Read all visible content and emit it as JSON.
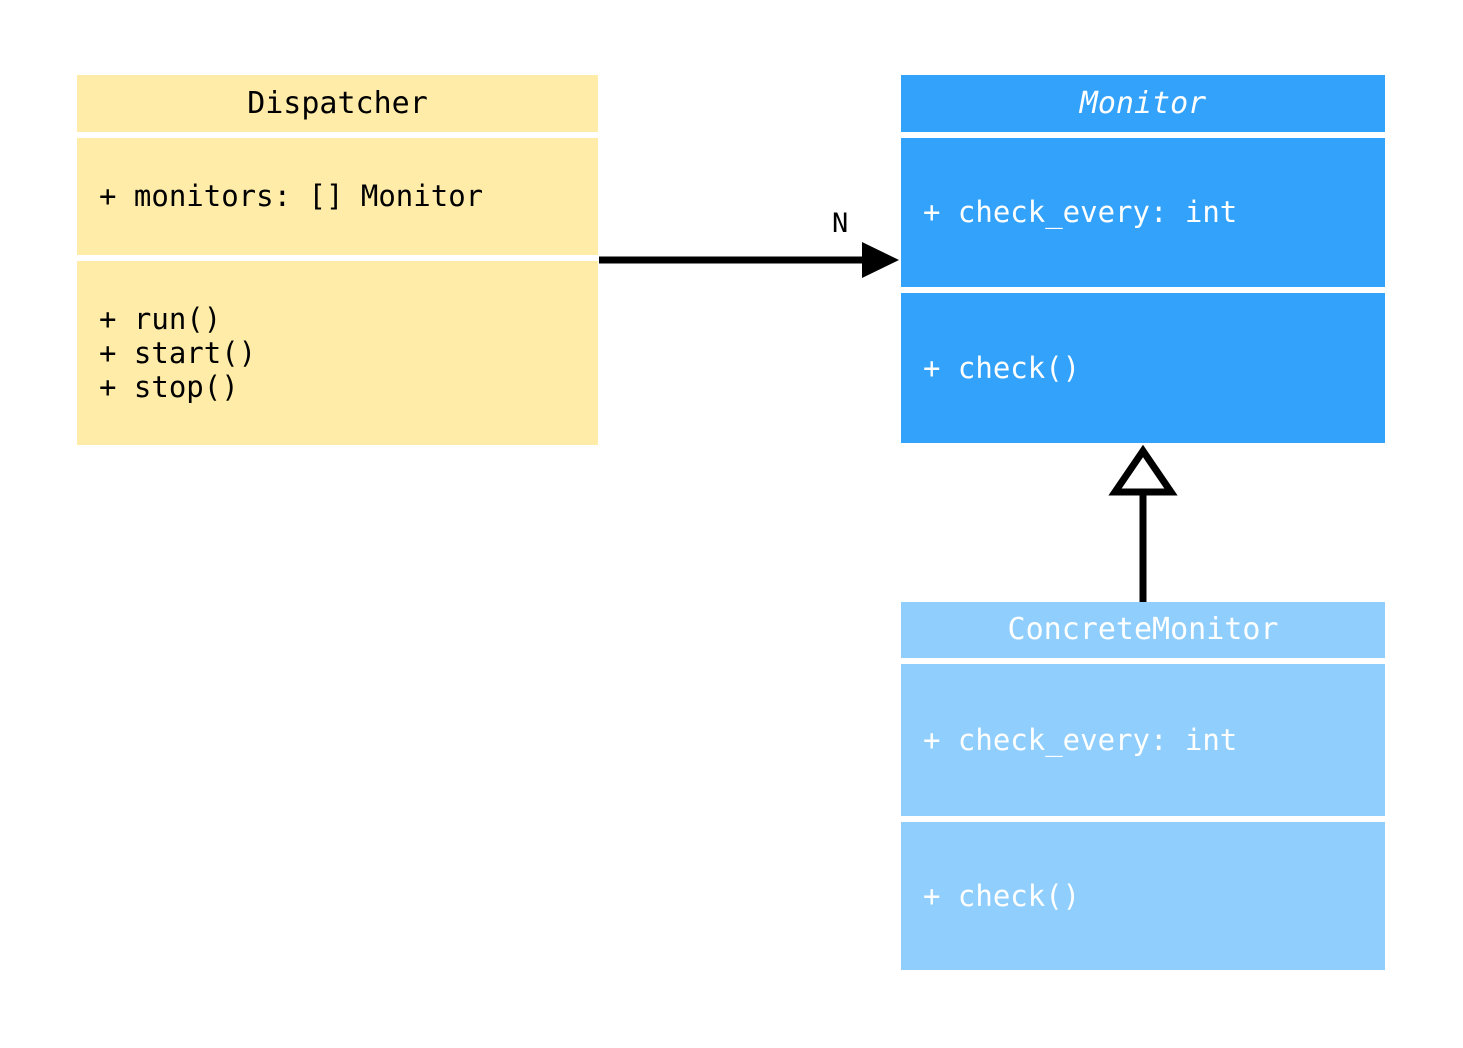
{
  "diagram": {
    "kind": "uml-class-diagram",
    "background_color": "#ffffff",
    "classes": [
      {
        "id": "dispatcher",
        "name": "Dispatcher",
        "abstract": false,
        "fill_color": "#ffeca8",
        "text_color": "#000000",
        "attributes": [
          "+ monitors: [] Monitor"
        ],
        "methods": [
          "+ run()",
          "+ start()",
          "+ stop()"
        ]
      },
      {
        "id": "monitor",
        "name": "Monitor",
        "abstract": true,
        "fill_color": "#33a2fb",
        "text_color": "#ffffff",
        "attributes": [
          "+ check_every: int"
        ],
        "methods": [
          "+ check()"
        ]
      },
      {
        "id": "concretemonitor",
        "name": "ConcreteMonitor",
        "abstract": false,
        "fill_color": "#90cffd",
        "text_color": "#ffffff",
        "attributes": [
          "+ check_every: int"
        ],
        "methods": [
          "+ check()"
        ]
      }
    ],
    "relationships": [
      {
        "id": "dispatcher-to-monitor",
        "type": "association",
        "arrow_head": "filled-arrow",
        "from": "Dispatcher",
        "to": "Monitor",
        "label": "N",
        "line_color": "#000000"
      },
      {
        "id": "concretemonitor-to-monitor",
        "type": "generalization",
        "arrow_head": "hollow-triangle",
        "from": "ConcreteMonitor",
        "to": "Monitor",
        "label": "",
        "line_color": "#000000"
      }
    ]
  }
}
